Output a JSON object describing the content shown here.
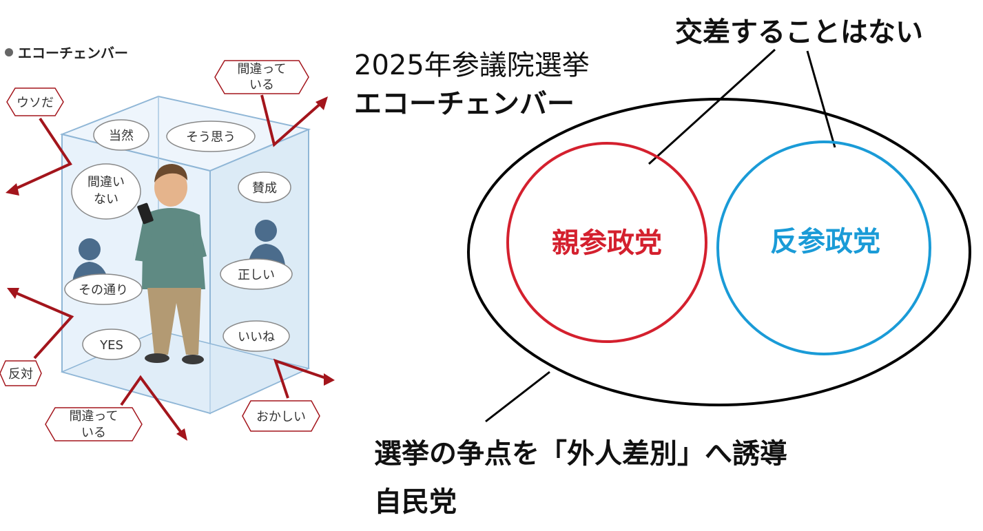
{
  "inset": {
    "title": "エコーチェンバー",
    "inner_bubbles": [
      "当然",
      "そう思う",
      "間違い|ない",
      "賛成",
      "正しい",
      "その通り",
      "YES",
      "いいね"
    ],
    "outer_labels": [
      "ウソだ",
      "間違って|いる",
      "反対",
      "間違って|いる",
      "おかしい"
    ]
  },
  "title": {
    "line1": "2025年参議院選挙",
    "line2": "エコーチェンバー"
  },
  "top_label": "交差することはない",
  "circles": {
    "left": {
      "label": "親参政党",
      "color": "#d4202e"
    },
    "right": {
      "label": "反参政党",
      "color": "#1a9bd7"
    }
  },
  "bottom": {
    "line1": "選挙の争点を「外人差別」へ誘導",
    "line2": "自民党"
  },
  "colors": {
    "arrow": "#a3151c",
    "box_edge": "#8fb6d6",
    "box_fill": "#e4f0fa"
  }
}
